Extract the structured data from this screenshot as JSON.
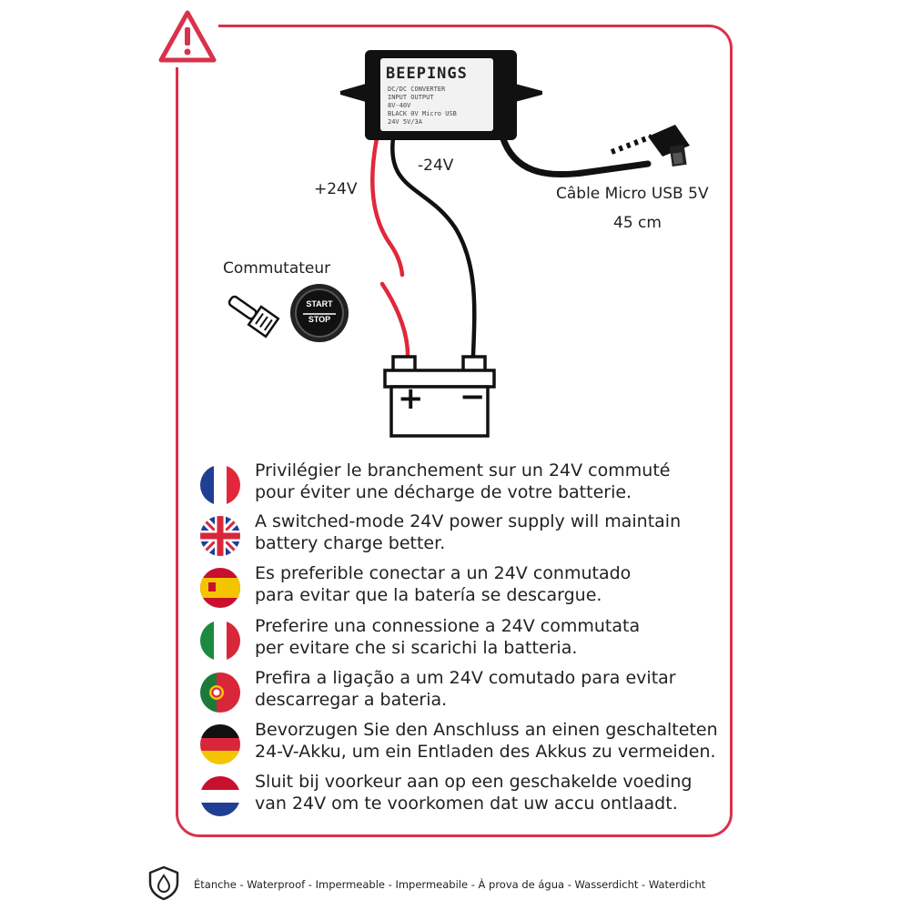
{
  "device": {
    "brand": "BEEPINGS",
    "spec_lines": [
      "DC/DC CONVERTER",
      "INPUT  OUTPUT",
      "8V-40V",
      "BLACK 0V  Micro USB",
      "24V  5V/3A"
    ]
  },
  "wires": {
    "positive_label": "+24V",
    "negative_label": "-24V"
  },
  "cable": {
    "label": "Câble Micro USB 5V",
    "length": "45 cm"
  },
  "switch": {
    "label": "Commutateur",
    "button_top": "START",
    "button_bottom": "STOP"
  },
  "battery": {
    "plus": "+",
    "minus": "−"
  },
  "languages": [
    {
      "flag": "france-flag-icon",
      "line1": "Privilégier le branchement sur un 24V commuté",
      "line2": "pour éviter une décharge de votre batterie."
    },
    {
      "flag": "uk-flag-icon",
      "line1": "A switched-mode 24V power supply will maintain",
      "line2": "battery charge better."
    },
    {
      "flag": "spain-flag-icon",
      "line1": "Es preferible conectar a un 24V conmutado",
      "line2": "para evitar que la batería se descargue."
    },
    {
      "flag": "italy-flag-icon",
      "line1": "Preferire una connessione a 24V commutata",
      "line2": "per evitare che si scarichi la batteria."
    },
    {
      "flag": "portugal-flag-icon",
      "line1": "Prefira a ligação a um 24V comutado para evitar",
      "line2": "descarregar a bateria."
    },
    {
      "flag": "germany-flag-icon",
      "line1": "Bevorzugen Sie den Anschluss an einen geschalteten",
      "line2": "24-V-Akku, um ein Entladen des Akkus zu vermeiden."
    },
    {
      "flag": "netherlands-flag-icon",
      "line1": "Sluit bij voorkeur aan op een geschakelde voeding",
      "line2": "van 24V om te voorkomen dat uw accu ontlaadt."
    }
  ],
  "footer": {
    "text": "Étanche - Waterproof - Impermeable - Impermeabile - À prova de água - Wasserdicht - Waterdicht"
  },
  "colors": {
    "frame": "#d9324a",
    "wire_positive": "#e0283c",
    "wire_negative": "#111111"
  }
}
